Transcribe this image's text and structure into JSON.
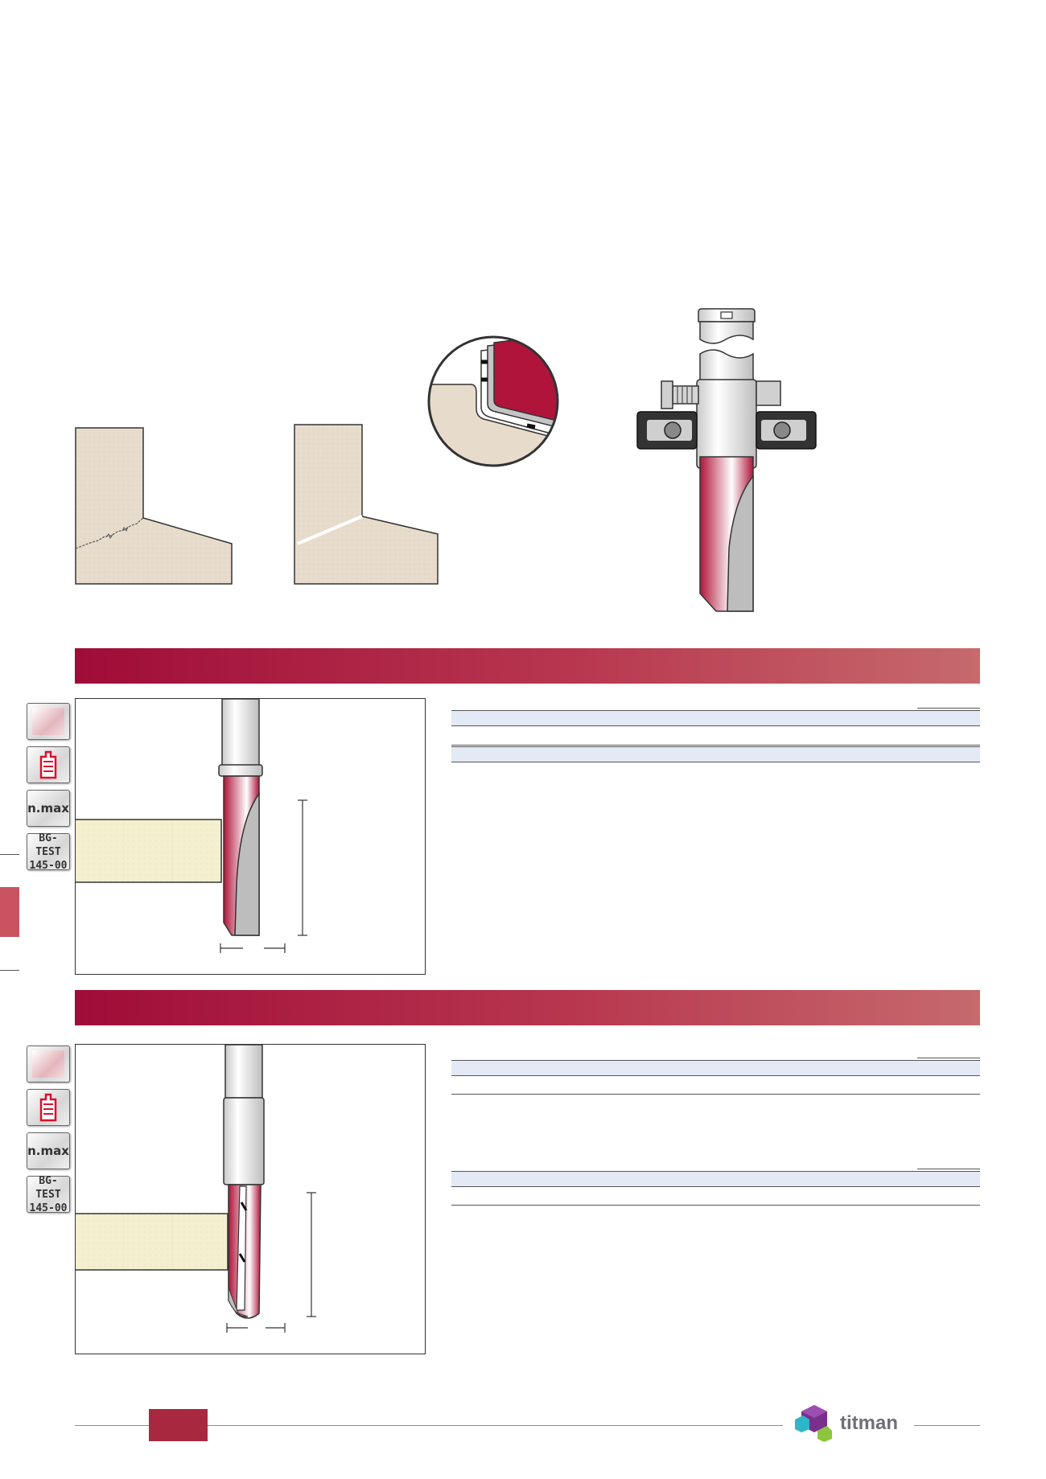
{
  "badges": [
    {
      "icon": "glossy-square-icon"
    },
    {
      "icon": "red-machine-icon"
    },
    {
      "label": "n.max"
    },
    {
      "label": "BG-TEST\n145-00"
    }
  ],
  "footer": {
    "brand": "titman",
    "colors": {
      "accent": "#a8283f",
      "brand_cyan": "#2fb5c9",
      "brand_purple": "#7a2f8c",
      "brand_green": "#8cc63f"
    }
  },
  "colors": {
    "banner_start": "#a00c38",
    "banner_end": "#c66a6c",
    "material": "#e7dccb",
    "workpiece": "#f4efcf",
    "cutter_red": "#b0143a",
    "table_header": "#e3e9f5"
  }
}
